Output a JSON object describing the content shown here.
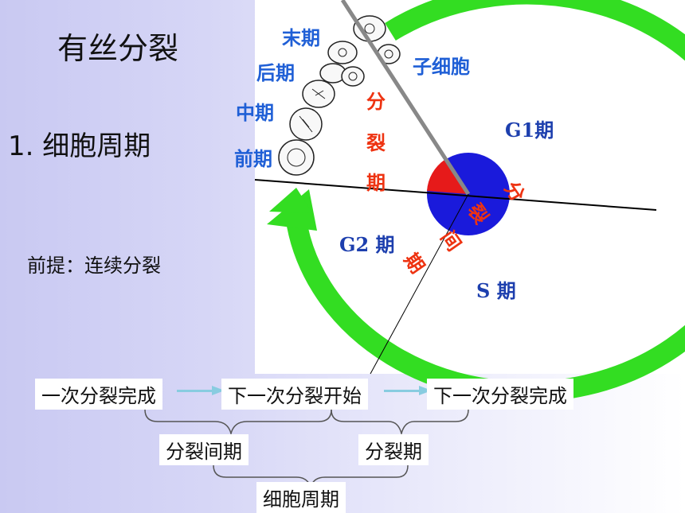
{
  "title": "有丝分裂",
  "subtitle": "1. 细胞周期",
  "premise": "前提：连续分裂",
  "diagram": {
    "phases_blue": {
      "telophase": "末期",
      "anaphase": "后期",
      "metaphase": "中期",
      "prophase": "前期",
      "daughter_cell": "子细胞"
    },
    "division_chars": [
      "分",
      "裂",
      "期"
    ],
    "interphase_chars": [
      "分",
      "裂",
      "间",
      "期"
    ],
    "g1": "G1期",
    "g2": "G2 期",
    "s": "S 期"
  },
  "bottom": {
    "steps": [
      "一次分裂完成",
      "下一次分裂开始",
      "下一次分裂完成"
    ],
    "brace_left": "分裂间期",
    "brace_right": "分裂期",
    "brace_total": "细胞周期"
  },
  "colors": {
    "ring_green": "#33dd22",
    "circle_blue": "#1a1adb",
    "wedge_red": "#e61a1a",
    "arrow_light": "#88cce0"
  }
}
